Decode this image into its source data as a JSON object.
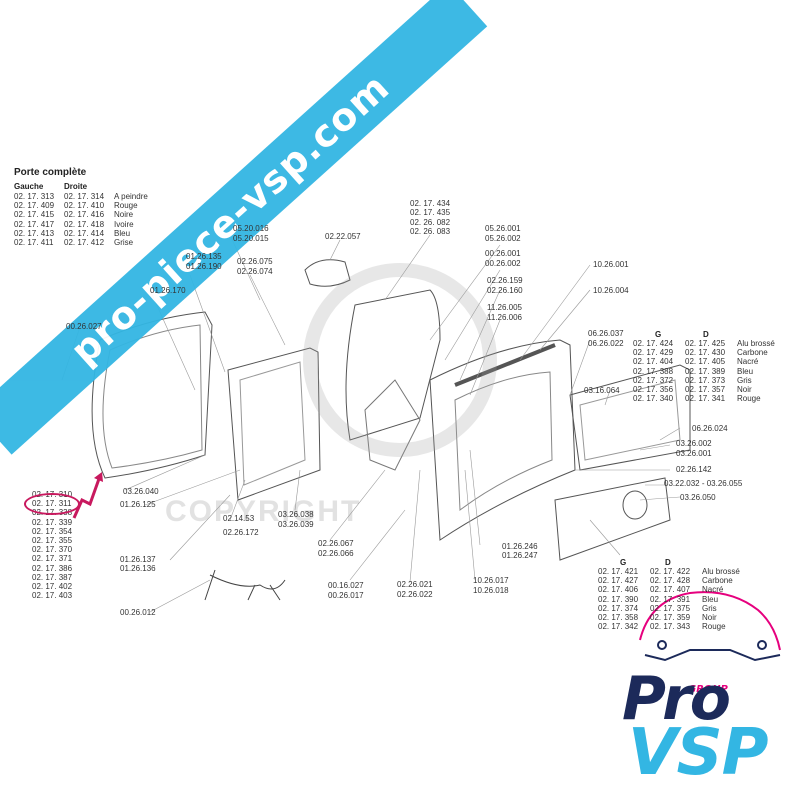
{
  "watermark": {
    "text": "pro-piece-vsp.com",
    "color": "#33b6e3"
  },
  "copyright_text": "COPYRIGHT",
  "parts_list": {
    "title": "Porte complète",
    "col_left": "Gauche",
    "col_right": "Droite",
    "rows": [
      {
        "left": "02. 17. 313",
        "right": "02. 17. 314",
        "color": "A peindre"
      },
      {
        "left": "02. 17. 409",
        "right": "02. 17. 410",
        "color": "Rouge"
      },
      {
        "left": "02. 17. 415",
        "right": "02. 17. 416",
        "color": "Noire"
      },
      {
        "left": "02. 17. 417",
        "right": "02. 17. 418",
        "color": "Ivoire"
      },
      {
        "left": "02. 17. 413",
        "right": "02. 17. 414",
        "color": "Bleu"
      },
      {
        "left": "02. 17. 411",
        "right": "02. 17. 412",
        "color": "Grise"
      }
    ]
  },
  "left_list": [
    "02. 17. 310",
    "02. 17. 311",
    "02. 17. 338",
    "02. 17. 339",
    "02. 17. 354",
    "02. 17. 355",
    "02. 17. 370",
    "02. 17. 371",
    "02. 17. 386",
    "02. 17. 387",
    "02. 17. 402",
    "02. 17. 403"
  ],
  "trim_top": {
    "head_g": "G",
    "head_d": "D",
    "rows": [
      {
        "g": "02. 17. 424",
        "d": "02. 17. 425",
        "name": "Alu brossé"
      },
      {
        "g": "02. 17. 429",
        "d": "02. 17. 430",
        "name": "Carbone"
      },
      {
        "g": "02. 17. 404",
        "d": "02. 17. 405",
        "name": "Nacré"
      },
      {
        "g": "02. 17. 388",
        "d": "02. 17. 389",
        "name": "Bleu"
      },
      {
        "g": "02. 17. 372",
        "d": "02. 17. 373",
        "name": "Gris"
      },
      {
        "g": "02. 17. 356",
        "d": "02. 17. 357",
        "name": "Noir"
      },
      {
        "g": "02. 17. 340",
        "d": "02. 17. 341",
        "name": "Rouge"
      }
    ]
  },
  "trim_bottom": {
    "head_g": "G",
    "head_d": "D",
    "rows": [
      {
        "g": "02. 17. 421",
        "d": "02. 17. 422",
        "name": "Alu brossé"
      },
      {
        "g": "02. 17. 427",
        "d": "02. 17. 428",
        "name": "Carbone"
      },
      {
        "g": "02. 17. 406",
        "d": "02. 17. 407",
        "name": "Nacré"
      },
      {
        "g": "02. 17. 390",
        "d": "02. 17. 391",
        "name": "Bleu"
      },
      {
        "g": "02. 17. 374",
        "d": "02. 17. 375",
        "name": "Gris"
      },
      {
        "g": "02. 17. 358",
        "d": "02. 17. 359",
        "name": "Noir"
      },
      {
        "g": "02. 17. 342",
        "d": "02. 17. 343",
        "name": "Rouge"
      }
    ]
  },
  "callouts": [
    "05.20.016",
    "05.20.015",
    "02.22.057",
    "02. 17. 434",
    "02. 17. 435",
    "02. 26. 082",
    "02. 26. 083",
    "01.26.135",
    "01.26.190",
    "02.26.075",
    "02.26.074",
    "05.26.001",
    "05.26.002",
    "00.26.001",
    "00.26.002",
    "10.26.001",
    "02.26.159",
    "02.26.160",
    "10.26.004",
    "01.26.170",
    "11.26.005",
    "11.26.006",
    "00.26.027",
    "06.26.037",
    "06.26.022",
    "03.16.064",
    "06.26.024",
    "03.26.002",
    "03.26.001",
    "02.26.142",
    "03.22.032 - 03.26.055",
    "03.26.050",
    "03.26.040",
    "01.26.125",
    "02.14.53",
    "02.26.172",
    "03.26.038",
    "03.26.039",
    "02.26.067",
    "02.26.066",
    "01.26.246",
    "01.26.247",
    "01.26.137",
    "01.26.136",
    "00.16.027",
    "00.26.017",
    "02.26.021",
    "02.26.022",
    "10.26.017",
    "10.26.018",
    "00.26.012"
  ],
  "logo": {
    "group": "GROUP",
    "pro": "Pro",
    "vsp": "VSP",
    "navy": "#1c2a5a",
    "cyan": "#33b6e3",
    "magenta": "#e6007e"
  },
  "highlight_color": "#c8195e"
}
